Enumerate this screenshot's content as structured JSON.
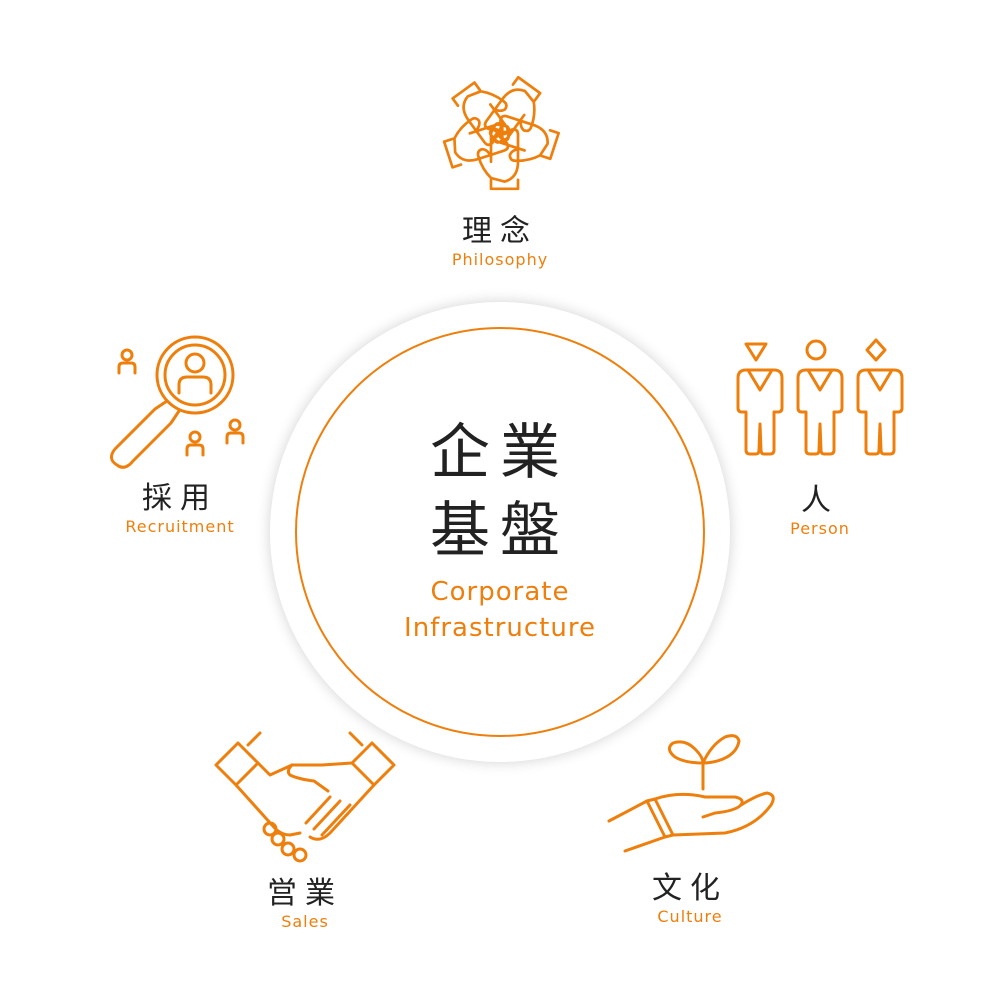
{
  "center": {
    "title_line1": "企業",
    "title_line2": "基盤",
    "subtitle_line1": "Corporate",
    "subtitle_line2": "Infrastructure"
  },
  "nodes": [
    {
      "id": "philosophy",
      "jp": "理念",
      "en": "Philosophy",
      "icon": "hands-together-icon"
    },
    {
      "id": "person",
      "jp": "人",
      "en": "Person",
      "icon": "three-people-icon"
    },
    {
      "id": "culture",
      "jp": "文化",
      "en": "Culture",
      "icon": "hand-sprout-icon"
    },
    {
      "id": "sales",
      "jp": "営業",
      "en": "Sales",
      "icon": "handshake-icon"
    },
    {
      "id": "recruitment",
      "jp": "採用",
      "en": "Recruitment",
      "icon": "magnifier-person-icon"
    }
  ],
  "colors": {
    "accent": "#ee7f0d",
    "text": "#222222",
    "background": "#ffffff"
  }
}
